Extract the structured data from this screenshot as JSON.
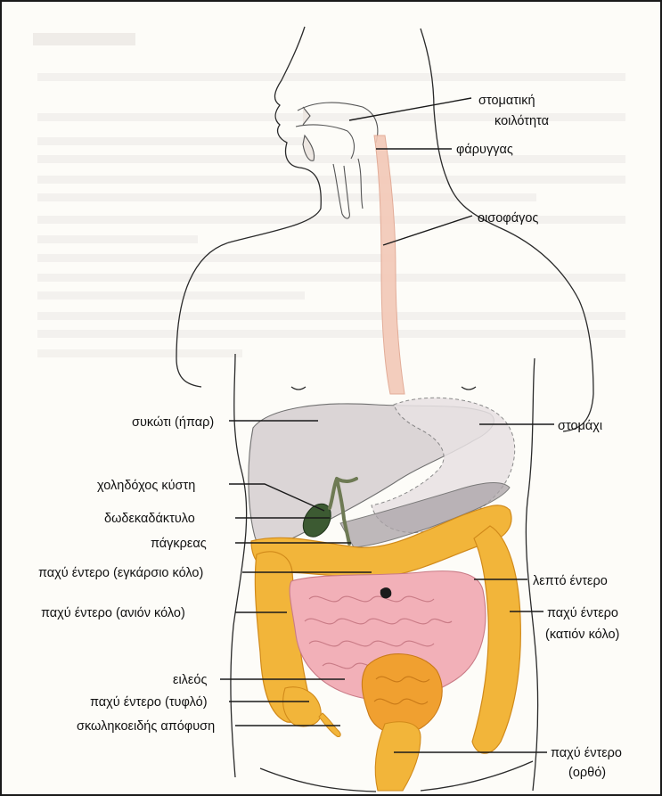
{
  "diagram": {
    "background_text_color": "#d4cfca",
    "organ_colors": {
      "colon": "#f2b53a",
      "small_intestine": "#f2b0b8",
      "liver": "#d9d2d4",
      "stomach": "#e8e2e4",
      "bile": "#3c5a32",
      "esophagus": "#f3c9b7"
    },
    "labels": {
      "mouth": "στοματική κοιλότητα",
      "mouth_line1": "στοματική",
      "mouth_line2": "κοιλότητα",
      "pharynx": "φάρυγγας",
      "esophagus": "οισοφάγος",
      "liver": "συκώτι (ήπαρ)",
      "stomach": "στομάχι",
      "gallbladder": "χοληδόχος κύστη",
      "duodenum": "δωδεκαδάκτυλο",
      "pancreas": "πάγκρεας",
      "transverse_colon": "παχύ έντερο (εγκάρσιο κόλο)",
      "small_intestine": "λεπτό έντερο",
      "ascending_colon": "παχύ έντερο (ανιόν κόλο)",
      "descending_colon_line1": "παχύ έντερο",
      "descending_colon_line2": "(κατιόν κόλο)",
      "ileum": "ειλεός",
      "cecum": "παχύ έντερο (τυφλό)",
      "appendix": "σκωληκοειδής απόφυση",
      "rectum_line1": "παχύ έντερο",
      "rectum_line2": "(ορθό)"
    }
  }
}
